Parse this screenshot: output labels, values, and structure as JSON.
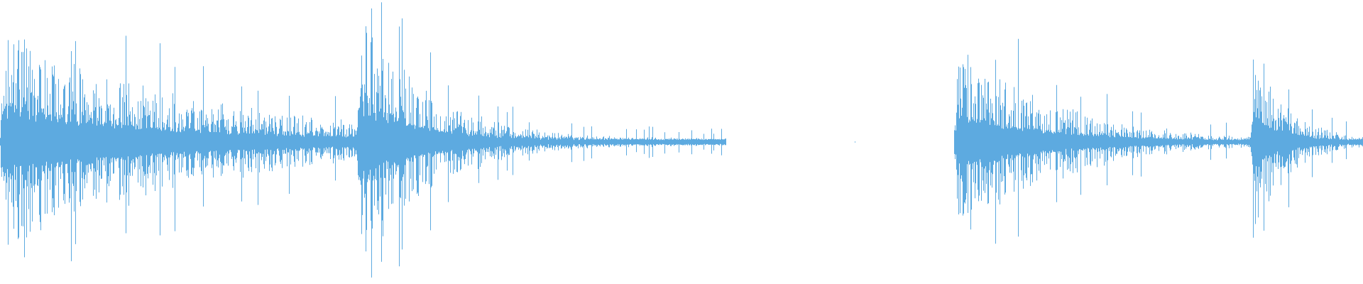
{
  "waveform": {
    "color": "#5DAAE0",
    "background": "#FFFFFF",
    "bursts": [
      {
        "start": 0.0,
        "end": 0.533,
        "peak": 0.75,
        "decay": 3.5
      },
      {
        "start": 0.262,
        "end": 0.533,
        "peak": 0.88,
        "decay": 5.0
      },
      {
        "start": 0.7,
        "end": 1.0,
        "peak": 0.68,
        "decay": 4.0
      },
      {
        "start": 0.917,
        "end": 1.0,
        "peak": 0.63,
        "decay": 3.0
      }
    ],
    "silence_blip": 0.627
  }
}
